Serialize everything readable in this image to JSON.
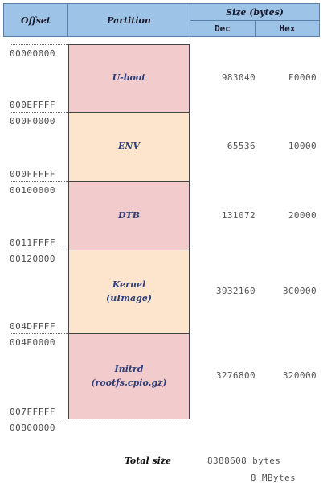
{
  "header": {
    "offset": "Offset",
    "partition": "Partition",
    "size": "Size (bytes)",
    "dec": "Dec",
    "hex": "Hex"
  },
  "partitions": [
    {
      "name": "U-boot",
      "start": "00000000",
      "end": "000EFFFF",
      "dec": "983040",
      "hex": "F0000",
      "color": "#f2cccd"
    },
    {
      "name": "ENV",
      "start": "000F0000",
      "end": "000FFFFF",
      "dec": "65536",
      "hex": "10000",
      "color": "#fde5cd"
    },
    {
      "name": "DTB",
      "start": "00100000",
      "end": "0011FFFF",
      "dec": "131072",
      "hex": "20000",
      "color": "#f2cccd"
    },
    {
      "name": "Kernel\n(uImage)",
      "start": "00120000",
      "end": "004DFFFF",
      "dec": "3932160",
      "hex": "3C0000",
      "color": "#fde5cd"
    },
    {
      "name": "Initrd\n(rootfs.cpio.gz)",
      "start": "004E0000",
      "end": "007FFFFF",
      "dec": "3276800",
      "hex": "320000",
      "color": "#f2cccd"
    }
  ],
  "end_address": "00800000",
  "total": {
    "label": "Total size",
    "bytes": "8388608 bytes",
    "mbytes": "8 MBytes"
  }
}
